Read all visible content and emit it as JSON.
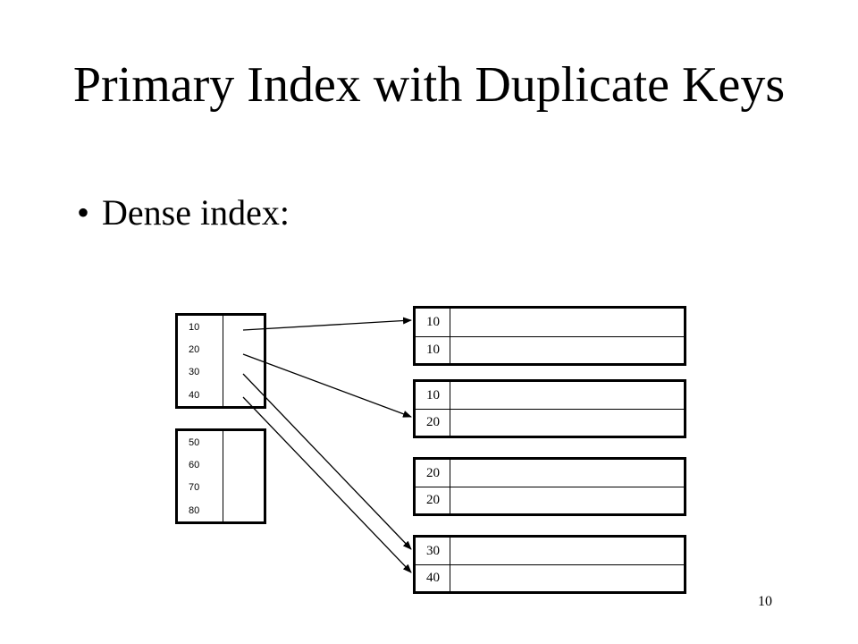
{
  "title": "Primary Index with Duplicate Keys",
  "bullet": "Dense index:",
  "index_blocks": [
    [
      "10",
      "20",
      "30",
      "40"
    ],
    [
      "50",
      "60",
      "70",
      "80"
    ]
  ],
  "data_blocks": [
    [
      "10",
      "10"
    ],
    [
      "10",
      "20"
    ],
    [
      "20",
      "20"
    ],
    [
      "30",
      "40"
    ]
  ],
  "page_number": "10"
}
